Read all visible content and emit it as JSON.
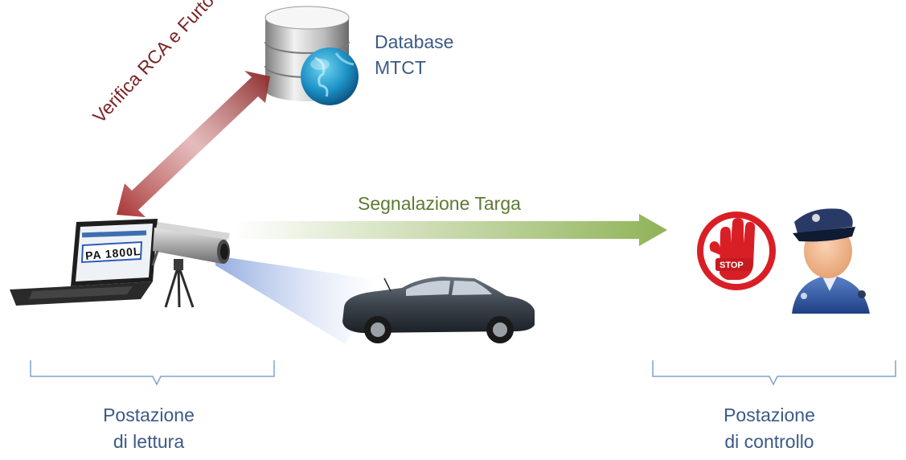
{
  "database": {
    "line1": "Database",
    "line2": "MTCT"
  },
  "arrows": {
    "verify": "Verifica RCA e Furto",
    "signal": "Segnalazione Targa"
  },
  "plate": "PA 1800L",
  "stop_sign": "STOP",
  "stations": {
    "lettura": {
      "line1": "Postazione",
      "line2": "di lettura"
    },
    "controllo": {
      "line1": "Postazione",
      "line2": "di controllo"
    }
  },
  "colors": {
    "label_blue": "#3b5a87",
    "verify_red": "#8b2a2a",
    "signal_green": "#8fb357",
    "bracket_blue": "#7fa3cf",
    "stop_red": "#d91f26"
  }
}
